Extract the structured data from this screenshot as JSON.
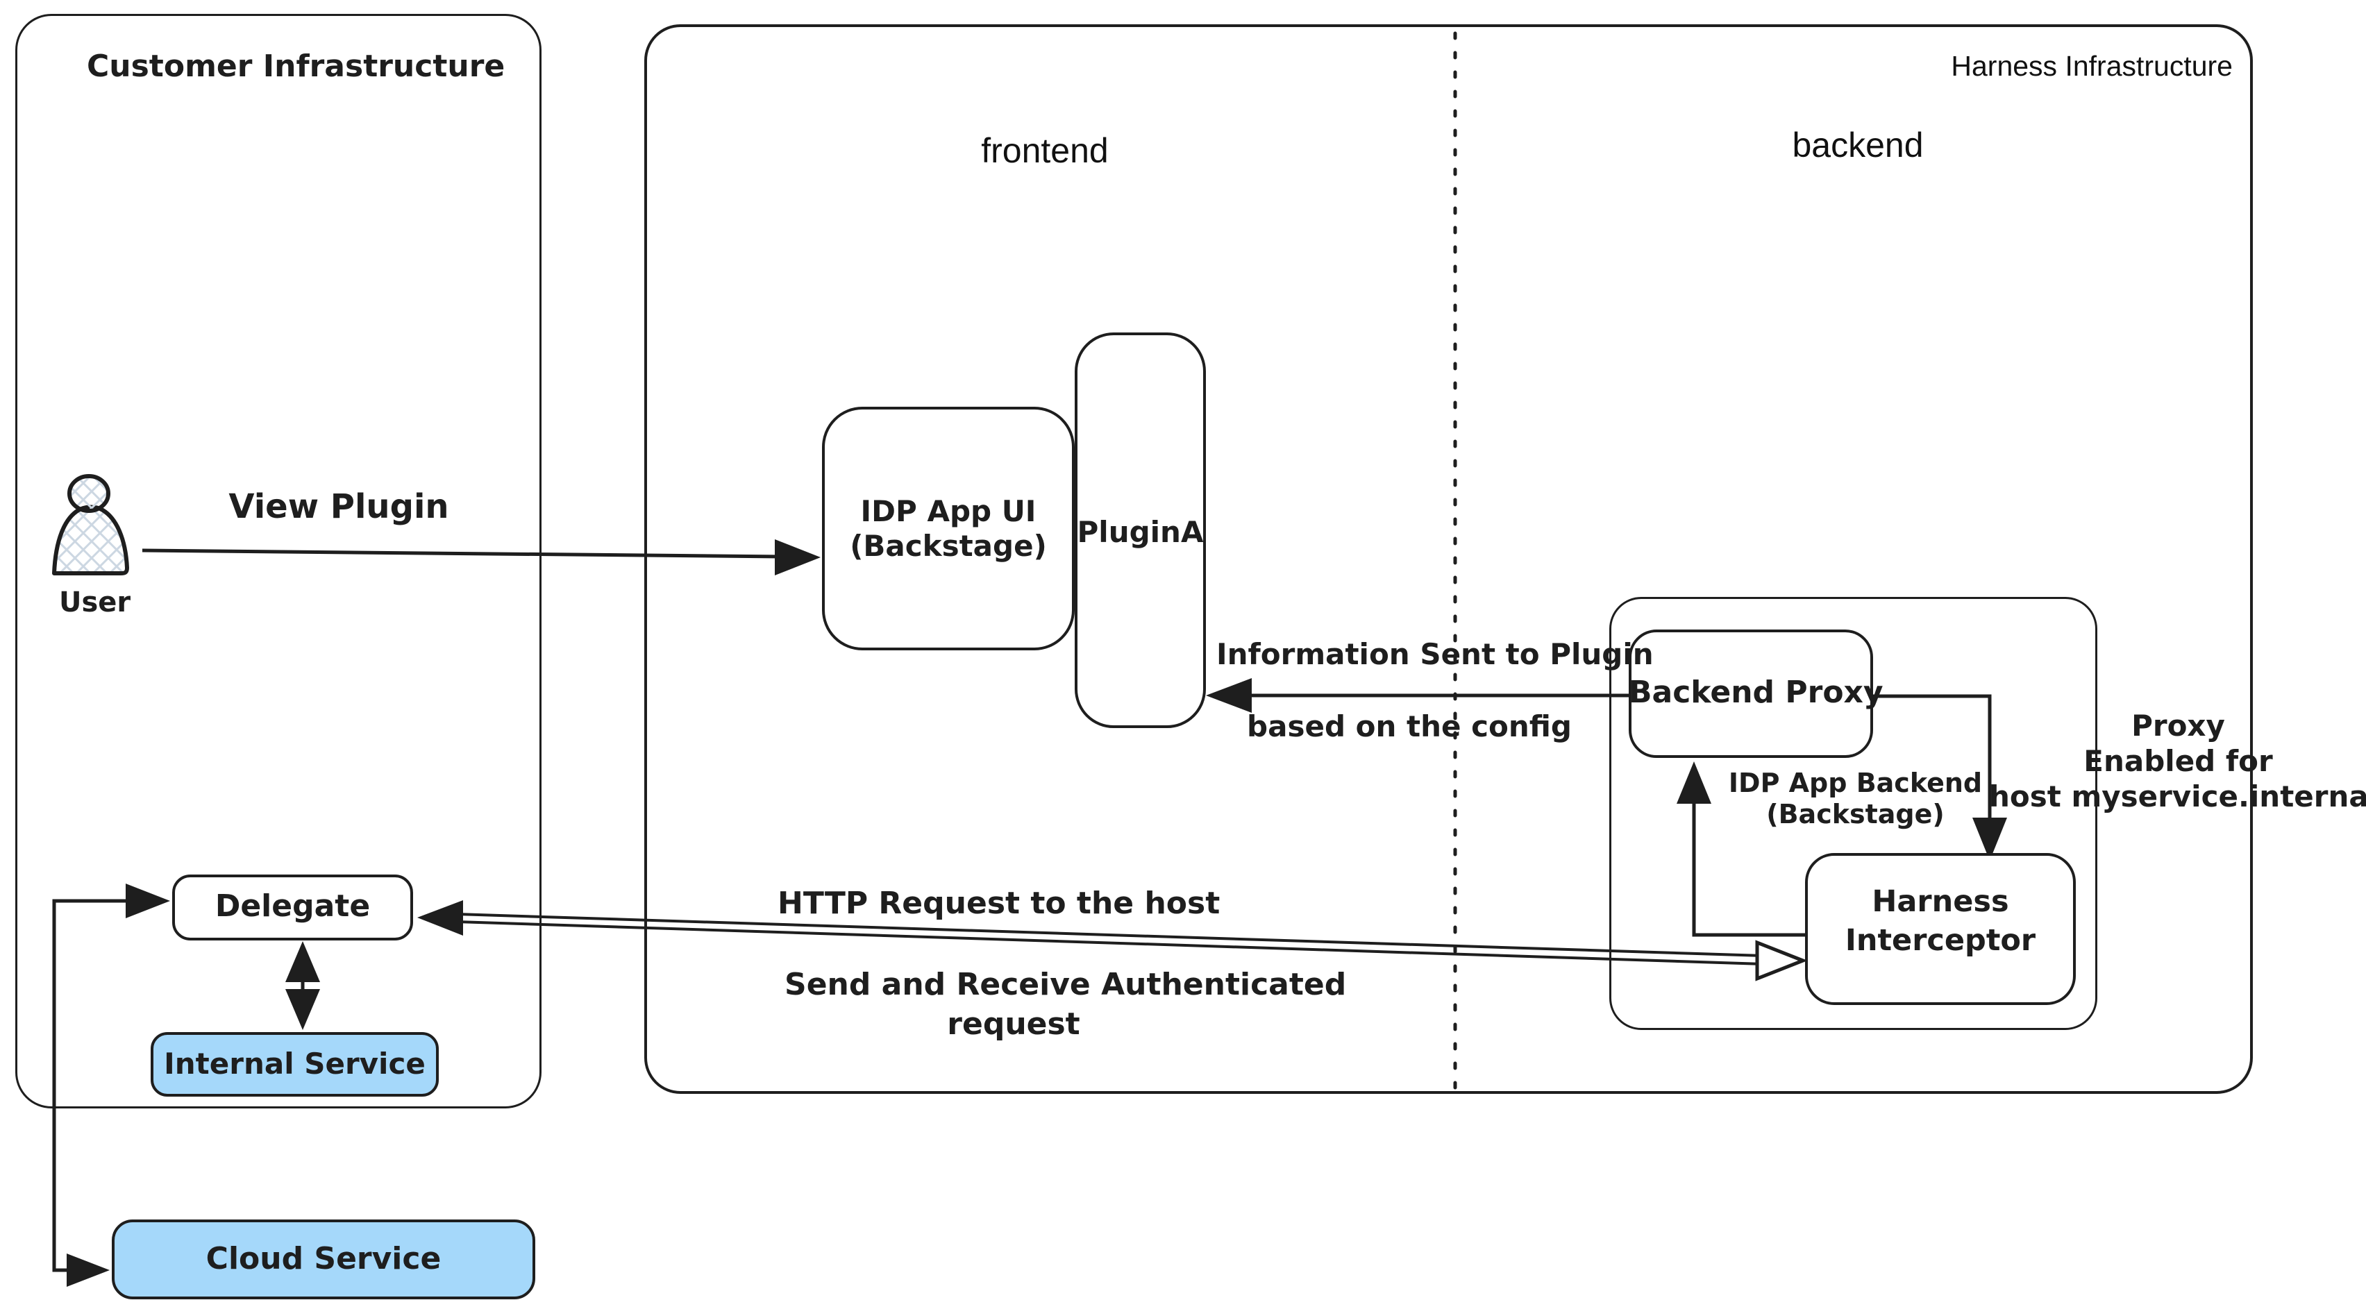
{
  "zones": {
    "customer": {
      "label": "Customer Infrastructure"
    },
    "harness": {
      "label": "Harness Infrastructure"
    },
    "frontend_label": "frontend",
    "backend_label": "backend"
  },
  "nodes": {
    "user": {
      "label": "User"
    },
    "idp_app_ui": {
      "line1": "IDP App UI",
      "line2": "(Backstage)"
    },
    "plugin_a": {
      "label": "PluginA"
    },
    "backend_proxy": {
      "label": "Backend Proxy"
    },
    "idp_app_backend": {
      "line1": "IDP App Backend",
      "line2": "(Backstage)"
    },
    "harness_interceptor": {
      "line1": "Harness",
      "line2": "Interceptor"
    },
    "delegate": {
      "label": "Delegate"
    },
    "internal_service": {
      "label": "Internal Service"
    },
    "cloud_service": {
      "label": "Cloud Service"
    }
  },
  "annotations": {
    "view_plugin": "View Plugin",
    "info_sent_line1": "Information Sent to Plugin",
    "info_sent_line2": "based on the config",
    "proxy_note_line1": "Proxy",
    "proxy_note_line2": "Enabled for",
    "proxy_note_line3": "host myservice.internal.net",
    "http_request": "HTTP Request to the host",
    "send_receive_line1": "Send and Receive Authenticated",
    "send_receive_line2": "request"
  },
  "colors": {
    "ink": "#1e1e1e",
    "service_blue": "#a5d8fa",
    "crosshatch": "#ccd7e2"
  }
}
